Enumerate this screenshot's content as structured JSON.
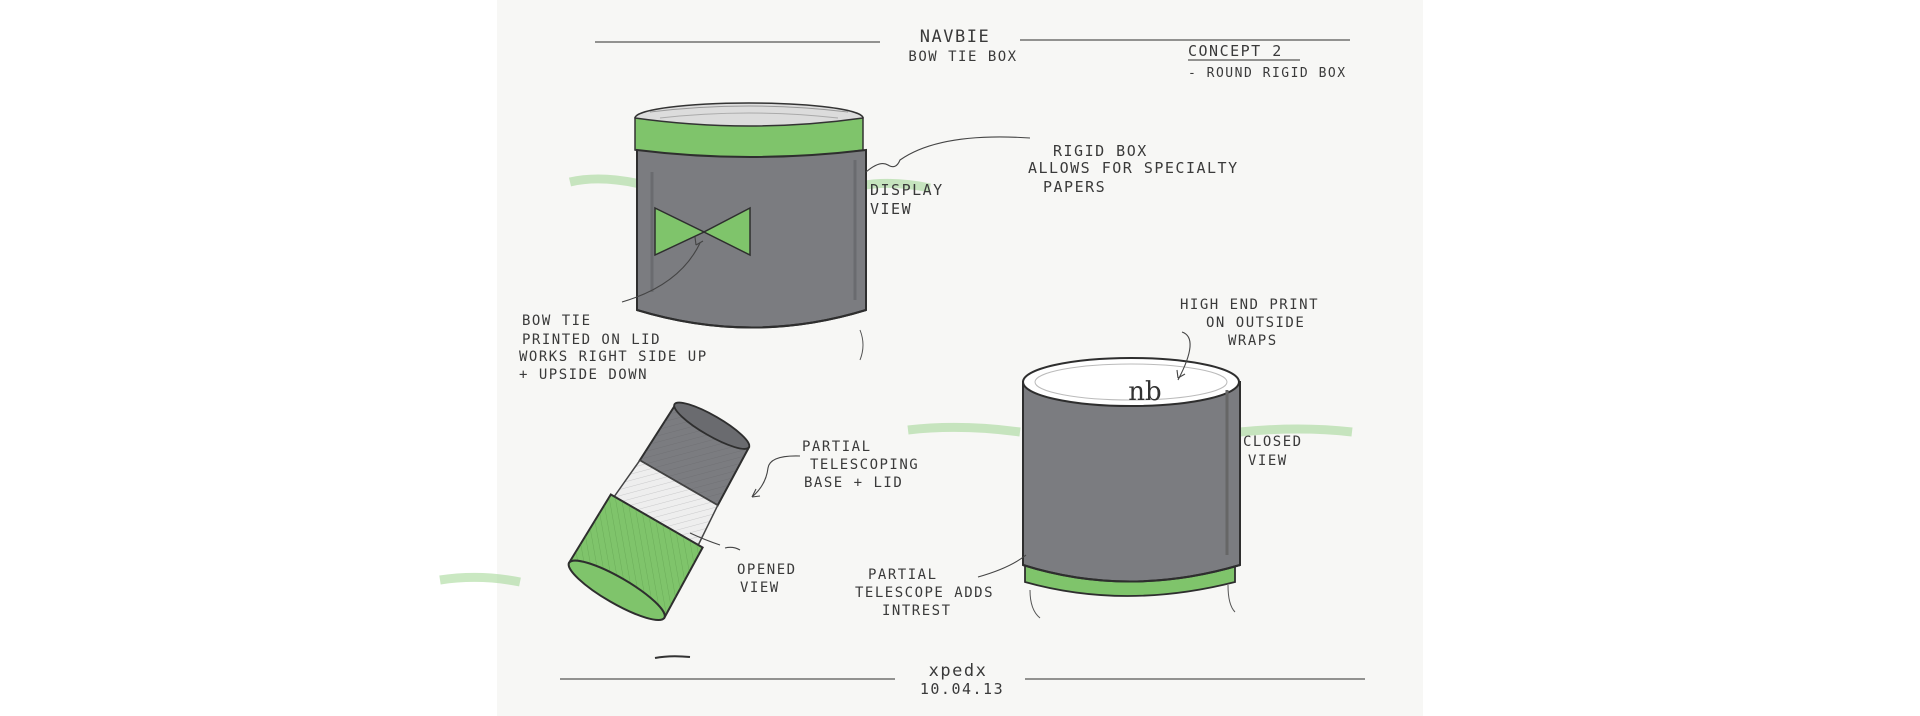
{
  "header": {
    "brand": "NAVBIE",
    "subtitle": "BOW TIE BOX",
    "concept_title": "CONCEPT 2",
    "concept_note": "- ROUND RIGID BOX"
  },
  "notes": {
    "rigid_box": [
      "RIGID BOX",
      "ALLOWS FOR SPECIALTY",
      "PAPERS"
    ],
    "display_view": [
      "DISPLAY",
      "VIEW"
    ],
    "bow_tie": [
      "BOW TIE",
      "PRINTED ON LID",
      "WORKS RIGHT SIDE UP",
      "+ UPSIDE DOWN"
    ],
    "high_end": [
      "HIGH END PRINT",
      "ON OUTSIDE",
      "WRAPS"
    ],
    "closed_view": [
      "CLOSED",
      "VIEW"
    ],
    "partial_telescoping": [
      "PARTIAL",
      "TELESCOPING",
      "BASE + LID"
    ],
    "opened_view": [
      "OPENED",
      "VIEW"
    ],
    "partial_telescope": [
      "PARTIAL",
      "TELESCOPE ADDS",
      "INTREST"
    ]
  },
  "lid_logo": "nb",
  "footer": {
    "signature": "xpedx",
    "date": "10.04.13"
  },
  "colors": {
    "accent_green": "#7fc46b",
    "box_gray": "#7b7c80",
    "ink": "#3a3a3a",
    "paper": "#f7f7f5"
  }
}
